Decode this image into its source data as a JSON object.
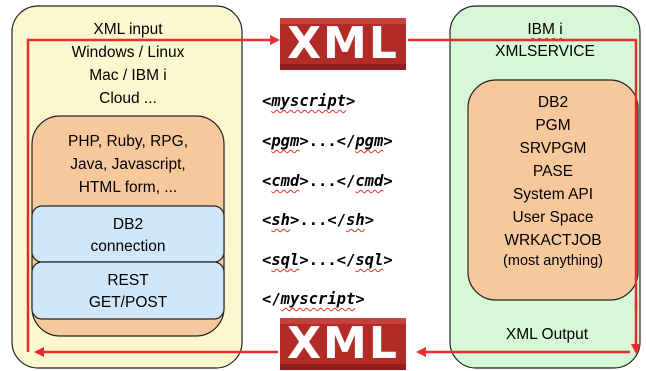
{
  "colors": {
    "client_panel": "#fdf7cf",
    "server_panel": "#d6f8d6",
    "languages_box": "#f8c89d",
    "connector_box": "#cfe7f8",
    "xml_logo": "#b32b27",
    "arrow": "#e82c2c"
  },
  "client": {
    "title_lines": [
      "XML input",
      "Windows / Linux",
      "Mac / IBM i",
      "Cloud ..."
    ],
    "languages_lines": [
      "PHP, Ruby, RPG,",
      "Java, Javascript,",
      "HTML form, ..."
    ],
    "db2_lines": [
      "DB2",
      "connection"
    ],
    "rest_lines": [
      "REST",
      "GET/POST"
    ]
  },
  "logos": {
    "top": "XML",
    "bottom": "XML"
  },
  "script_lines": [
    {
      "open": "<",
      "tag": "myscript",
      "close": ">"
    },
    {
      "open": "<",
      "tag": "pgm",
      "mid": ">...</",
      "tag2": "pgm",
      "close": ">"
    },
    {
      "open": "<",
      "tag": "cmd",
      "mid": ">...</",
      "tag2": "cmd",
      "close": ">"
    },
    {
      "open": "<",
      "tag": "sh",
      "mid": ">...</",
      "tag2": "sh",
      "close": ">"
    },
    {
      "open": "<",
      "tag": "sql",
      "mid": ">...</",
      "tag2": "sql",
      "close": ">"
    },
    {
      "open": "</",
      "tag": "myscript",
      "close": ">"
    }
  ],
  "server": {
    "title_lines": [
      "IBM i",
      "XMLSERVICE"
    ],
    "items": [
      "DB2",
      "PGM",
      "SRVPGM",
      "PASE",
      "System API",
      "User Space",
      "WRKACTJOB",
      "(most anything)"
    ],
    "output_label": "XML Output"
  }
}
